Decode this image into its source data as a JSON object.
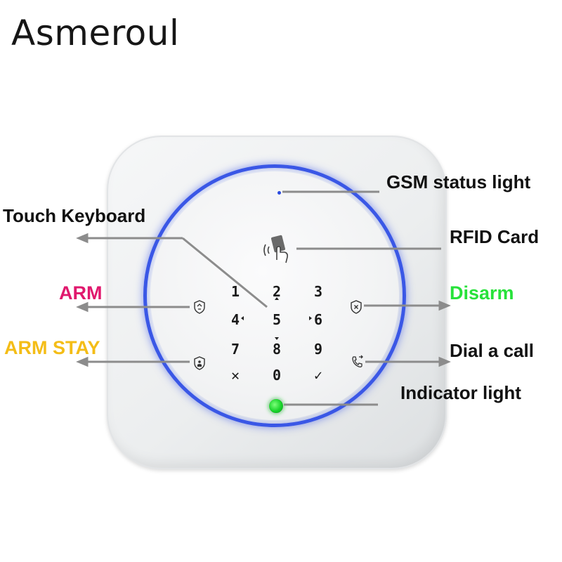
{
  "brand": "Asmeroul",
  "labels": {
    "gsm": "GSM status light",
    "touch_keyboard": "Touch Keyboard",
    "rfid": "RFID Card",
    "arm": "ARM",
    "disarm": "Disarm",
    "arm_stay": "ARM STAY",
    "dial": "Dial a call",
    "indicator": "Indicator light"
  },
  "label_colors": {
    "arm": "#e0186d",
    "disarm": "#27e23a",
    "arm_stay": "#f4bd17",
    "default": "#111111"
  },
  "keypad": {
    "k1": "1",
    "k2": "2",
    "k3": "3",
    "k4": "4",
    "k5": "5",
    "k6": "6",
    "k7": "7",
    "k8": "8",
    "k9": "9",
    "k0": "0",
    "cancel": "✕",
    "confirm": "✓"
  },
  "icons": [
    "rfid-card-icon",
    "arm-shield-icon",
    "disarm-shield-icon",
    "arm-stay-shield-icon",
    "dial-phone-icon"
  ],
  "ring_color": "#3a57e6",
  "indicator_color": "#18d32a"
}
